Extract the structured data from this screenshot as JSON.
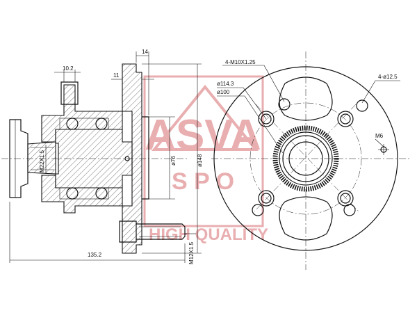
{
  "side_view_dimensions": {
    "flange_thickness": "14",
    "flange_step": "11",
    "pilot_length": "10.2",
    "overall_length": "135.2",
    "axle_thread": "M22X1.5",
    "pilot_diameter": "ø76",
    "flange_diameter": "ø148",
    "stud_thread": "M12X1.5"
  },
  "front_view_dimensions": {
    "bolt_thread": "4-M10X1.25",
    "bolt_circle": "ø114.3",
    "center_bore": "ø100",
    "hole_diameter": "4-ø12.5",
    "screw_hole": "M6"
  },
  "watermark": {
    "brand": "ASVA",
    "line": "S P O",
    "tagline": "HIGH QUALITY"
  },
  "colors": {
    "line": "#111111",
    "watermark": "#e9aeb0"
  }
}
